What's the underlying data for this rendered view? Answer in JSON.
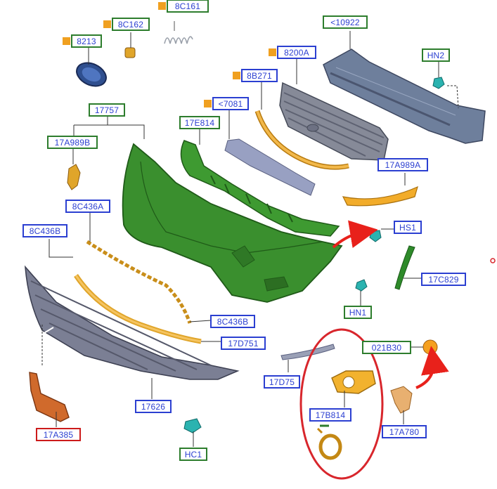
{
  "diagram": {
    "colors": {
      "green_part": "#3a8f2e",
      "green_dark": "#1f5a18",
      "orange_part": "#e0a52a",
      "grey_part": "#8d93a8",
      "blue_label": "#2b3fd1",
      "green_label": "#2d7d2d",
      "red_label": "#cc1b1b",
      "red_arrow": "#e8211b",
      "marker": "#f0a020",
      "circle": "#d8262c"
    },
    "labels": [
      {
        "id": "8C161",
        "text": "8C161",
        "style": "green",
        "marker": true
      },
      {
        "id": "8C162",
        "text": "8C162",
        "style": "green",
        "marker": true
      },
      {
        "id": "8213",
        "text": "8213",
        "style": "green",
        "marker": true
      },
      {
        "id": "10922",
        "text": "<10922",
        "style": "green",
        "marker": false
      },
      {
        "id": "HN2",
        "text": "HN2",
        "style": "green",
        "marker": false
      },
      {
        "id": "8200A",
        "text": "8200A",
        "style": "blue",
        "marker": true
      },
      {
        "id": "8B271",
        "text": "8B271",
        "style": "blue",
        "marker": true
      },
      {
        "id": "7081",
        "text": "<7081",
        "style": "blue",
        "marker": true
      },
      {
        "id": "17757",
        "text": "17757",
        "style": "green",
        "marker": false
      },
      {
        "id": "17E814",
        "text": "17E814",
        "style": "green",
        "marker": false
      },
      {
        "id": "17A989B",
        "text": "17A989B",
        "style": "green",
        "marker": false
      },
      {
        "id": "17A989A",
        "text": "17A989A",
        "style": "blue",
        "marker": false
      },
      {
        "id": "8C436A",
        "text": "8C436A",
        "style": "blue",
        "marker": false
      },
      {
        "id": "8C436B",
        "text": "8C436B",
        "style": "blue",
        "marker": false
      },
      {
        "id": "HS1",
        "text": "HS1",
        "style": "blue",
        "marker": false
      },
      {
        "id": "17C829",
        "text": "17C829",
        "style": "blue",
        "marker": false
      },
      {
        "id": "HN1",
        "text": "HN1",
        "style": "green",
        "marker": false
      },
      {
        "id": "8C436B2",
        "text": "8C436B",
        "style": "blue",
        "marker": false
      },
      {
        "id": "17D751",
        "text": "17D751",
        "style": "blue",
        "marker": false
      },
      {
        "id": "021B30",
        "text": "021B30",
        "style": "green",
        "marker": false
      },
      {
        "id": "17D75x",
        "text": "17D75",
        "style": "blue",
        "marker": false
      },
      {
        "id": "17B814",
        "text": "17B814",
        "style": "blue",
        "marker": false
      },
      {
        "id": "17626",
        "text": "17626",
        "style": "blue",
        "marker": false
      },
      {
        "id": "17A780",
        "text": "17A780",
        "style": "blue",
        "marker": false
      },
      {
        "id": "17A385",
        "text": "17A385",
        "style": "red",
        "marker": false
      },
      {
        "id": "HC1",
        "text": "HC1",
        "style": "green",
        "marker": false
      }
    ]
  }
}
